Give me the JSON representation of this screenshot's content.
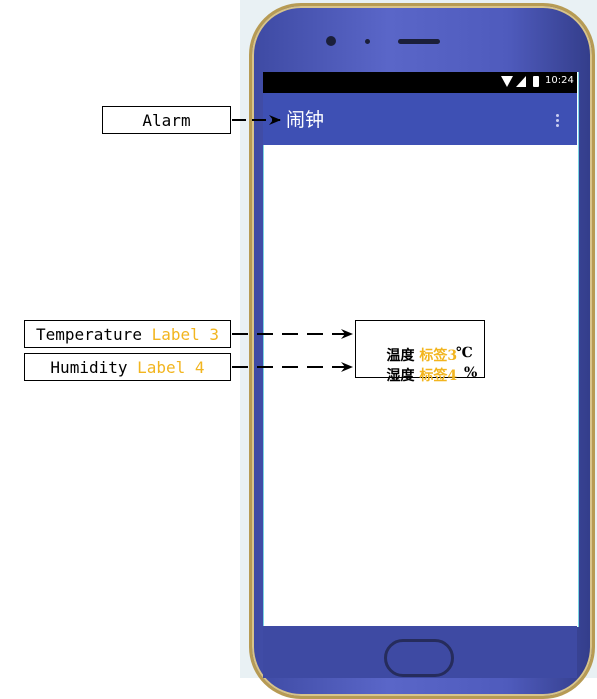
{
  "phone": {
    "status_time": "10:24",
    "app_title": "闹钟"
  },
  "callouts": {
    "alarm": {
      "label": "Alarm"
    },
    "temperature": {
      "prefix": "Temperature ",
      "label": "Label 3"
    },
    "humidity": {
      "prefix": "Humidity ",
      "label": "Label 4"
    }
  },
  "readings": {
    "temperature": {
      "name": "温度",
      "label": "标签3",
      "unit": "℃"
    },
    "humidity": {
      "name": "湿度",
      "label": "标签4",
      "unit": "%"
    }
  },
  "colors": {
    "highlight": "#f2b51f",
    "appbar": "#3e50b4"
  }
}
